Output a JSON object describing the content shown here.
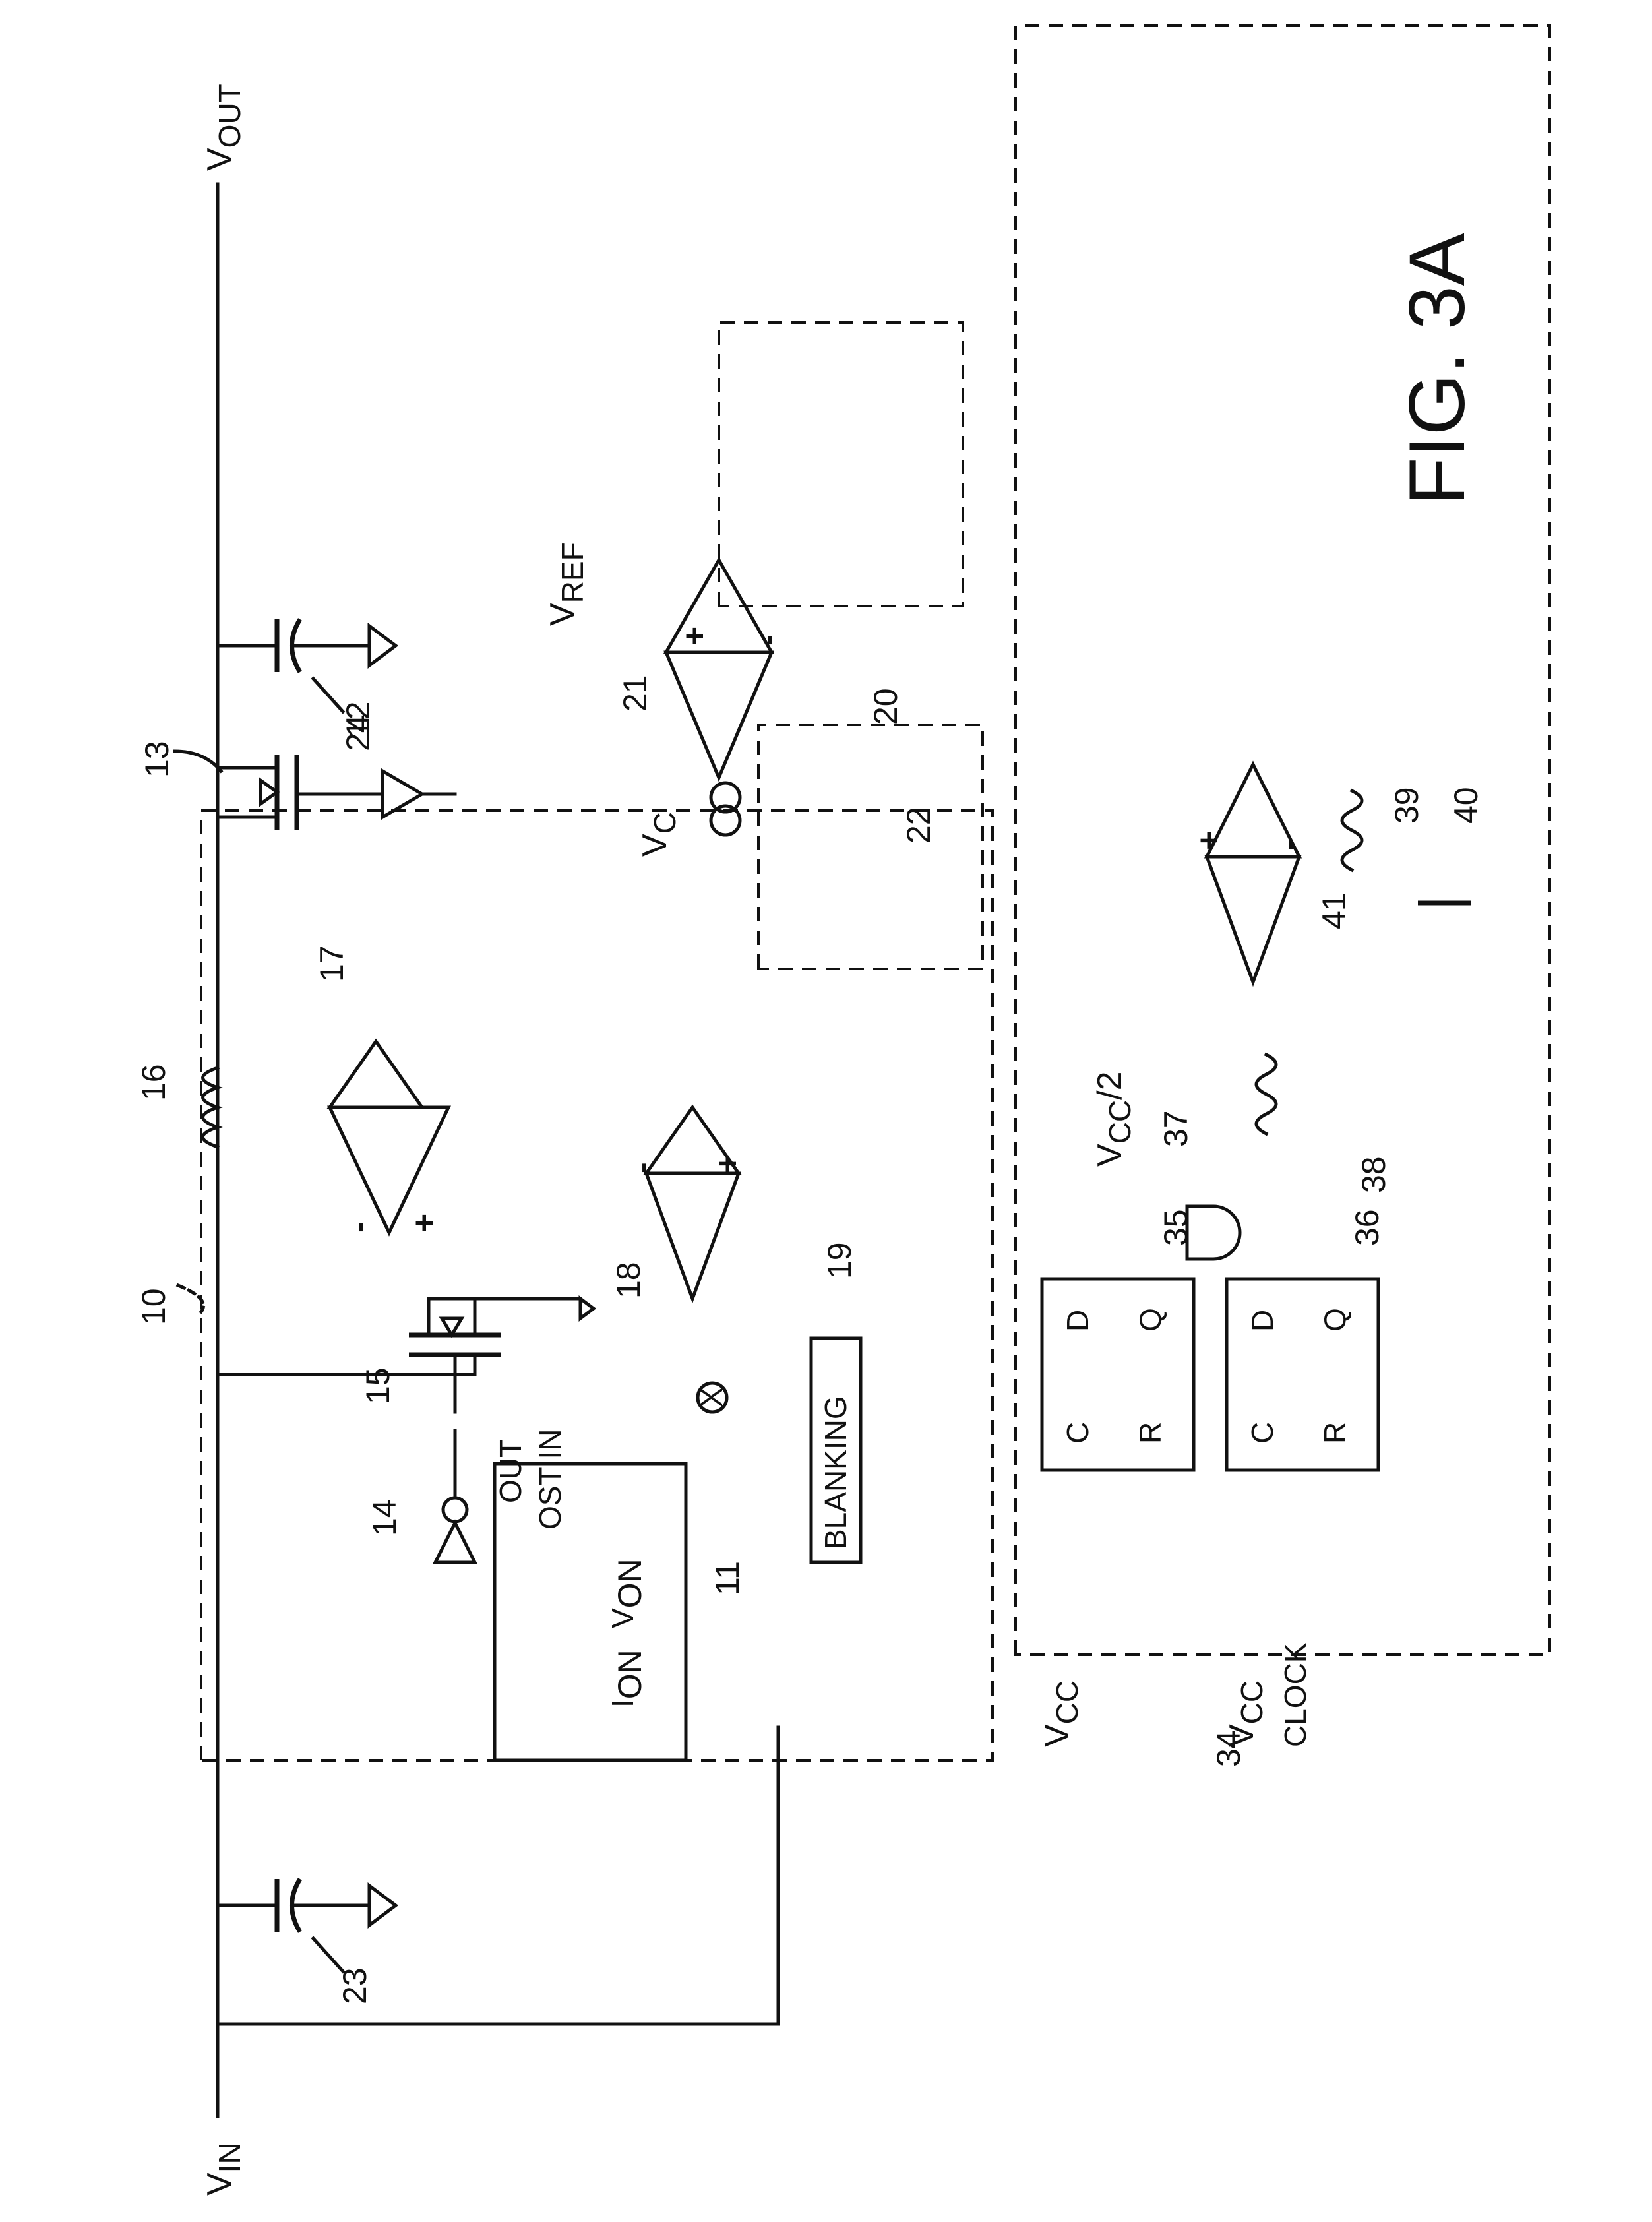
{
  "figure": {
    "title": "FIG. 3A"
  },
  "nodes": {
    "vout": "V",
    "vout_sub": "OUT",
    "vin": "V",
    "vin_sub": "IN",
    "vref": "V",
    "vref_sub": "REF",
    "vc": "V",
    "vc_sub": "C",
    "vcc_half": "V",
    "vcc_half_sub": "CC",
    "vcc_half_tail": "/2",
    "vcc1": "V",
    "vcc1_sub": "CC",
    "vcc2": "V",
    "vcc2_sub": "CC",
    "clock": "CLOCK"
  },
  "refs": {
    "r10": "10",
    "r11": "11",
    "r12": "12",
    "r13": "13",
    "r14": "14",
    "r15": "15",
    "r16": "16",
    "r17": "17",
    "r18": "18",
    "r19": "19",
    "r20": "20",
    "r21": "21",
    "r22": "22",
    "r23": "23",
    "r24": "24",
    "r34": "34",
    "r35": "35",
    "r36": "36",
    "r37": "37",
    "r38": "38",
    "r39": "39",
    "r40": "40",
    "r41": "41"
  },
  "one_shot": {
    "out": "OUT",
    "ost_in": "OST  IN",
    "von": "V",
    "von_sub": "ON",
    "ion": "I",
    "ion_sub": "ON"
  },
  "flip_flop_35": {
    "d": "D",
    "c": "C",
    "q": "Q",
    "r": "R"
  },
  "flip_flop_36": {
    "d": "D",
    "c": "C",
    "q": "Q",
    "r": "R"
  },
  "blanking": {
    "label": "BLANKING"
  },
  "multiplier": {
    "symbol": "X"
  },
  "signs": {
    "plus": "+",
    "minus": "-"
  }
}
